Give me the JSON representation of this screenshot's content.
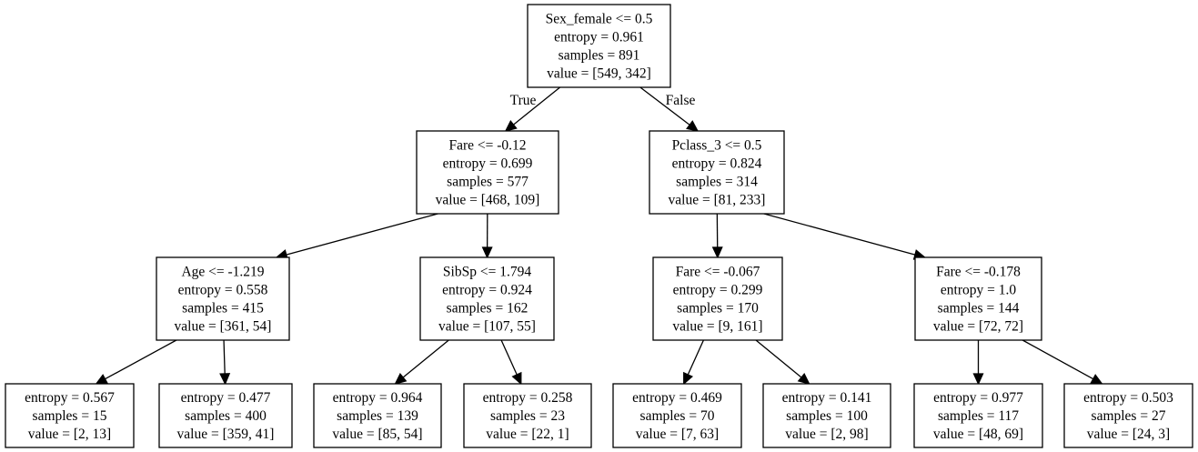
{
  "edge_labels": {
    "true_label": "True",
    "false_label": "False"
  },
  "nodes": [
    {
      "id": "n0",
      "lines": [
        "Sex_female <= 0.5",
        "entropy = 0.961",
        "samples = 891",
        "value = [549, 342]"
      ]
    },
    {
      "id": "n1",
      "lines": [
        "Fare <= -0.12",
        "entropy = 0.699",
        "samples = 577",
        "value = [468, 109]"
      ]
    },
    {
      "id": "n2",
      "lines": [
        "Pclass_3 <= 0.5",
        "entropy = 0.824",
        "samples = 314",
        "value = [81, 233]"
      ]
    },
    {
      "id": "n3",
      "lines": [
        "Age <= -1.219",
        "entropy = 0.558",
        "samples = 415",
        "value = [361, 54]"
      ]
    },
    {
      "id": "n4",
      "lines": [
        "SibSp <= 1.794",
        "entropy = 0.924",
        "samples = 162",
        "value = [107, 55]"
      ]
    },
    {
      "id": "n5",
      "lines": [
        "Fare <= -0.067",
        "entropy = 0.299",
        "samples = 170",
        "value = [9, 161]"
      ]
    },
    {
      "id": "n6",
      "lines": [
        "Fare <= -0.178",
        "entropy = 1.0",
        "samples = 144",
        "value = [72, 72]"
      ]
    },
    {
      "id": "n7",
      "lines": [
        "entropy = 0.567",
        "samples = 15",
        "value = [2, 13]"
      ]
    },
    {
      "id": "n8",
      "lines": [
        "entropy = 0.477",
        "samples = 400",
        "value = [359, 41]"
      ]
    },
    {
      "id": "n9",
      "lines": [
        "entropy = 0.964",
        "samples = 139",
        "value = [85, 54]"
      ]
    },
    {
      "id": "n10",
      "lines": [
        "entropy = 0.258",
        "samples = 23",
        "value = [22, 1]"
      ]
    },
    {
      "id": "n11",
      "lines": [
        "entropy = 0.469",
        "samples = 70",
        "value = [7, 63]"
      ]
    },
    {
      "id": "n12",
      "lines": [
        "entropy = 0.141",
        "samples = 100",
        "value = [2, 98]"
      ]
    },
    {
      "id": "n13",
      "lines": [
        "entropy = 0.977",
        "samples = 117",
        "value = [48, 69]"
      ]
    },
    {
      "id": "n14",
      "lines": [
        "entropy = 0.503",
        "samples = 27",
        "value = [24, 3]"
      ]
    }
  ],
  "edges": [
    {
      "from": "n0",
      "to": "n1",
      "label_key": "true_label"
    },
    {
      "from": "n0",
      "to": "n2",
      "label_key": "false_label"
    },
    {
      "from": "n1",
      "to": "n3"
    },
    {
      "from": "n1",
      "to": "n4"
    },
    {
      "from": "n2",
      "to": "n5"
    },
    {
      "from": "n2",
      "to": "n6"
    },
    {
      "from": "n3",
      "to": "n7"
    },
    {
      "from": "n3",
      "to": "n8"
    },
    {
      "from": "n4",
      "to": "n9"
    },
    {
      "from": "n4",
      "to": "n10"
    },
    {
      "from": "n5",
      "to": "n11"
    },
    {
      "from": "n5",
      "to": "n12"
    },
    {
      "from": "n6",
      "to": "n13"
    },
    {
      "from": "n6",
      "to": "n14"
    }
  ]
}
